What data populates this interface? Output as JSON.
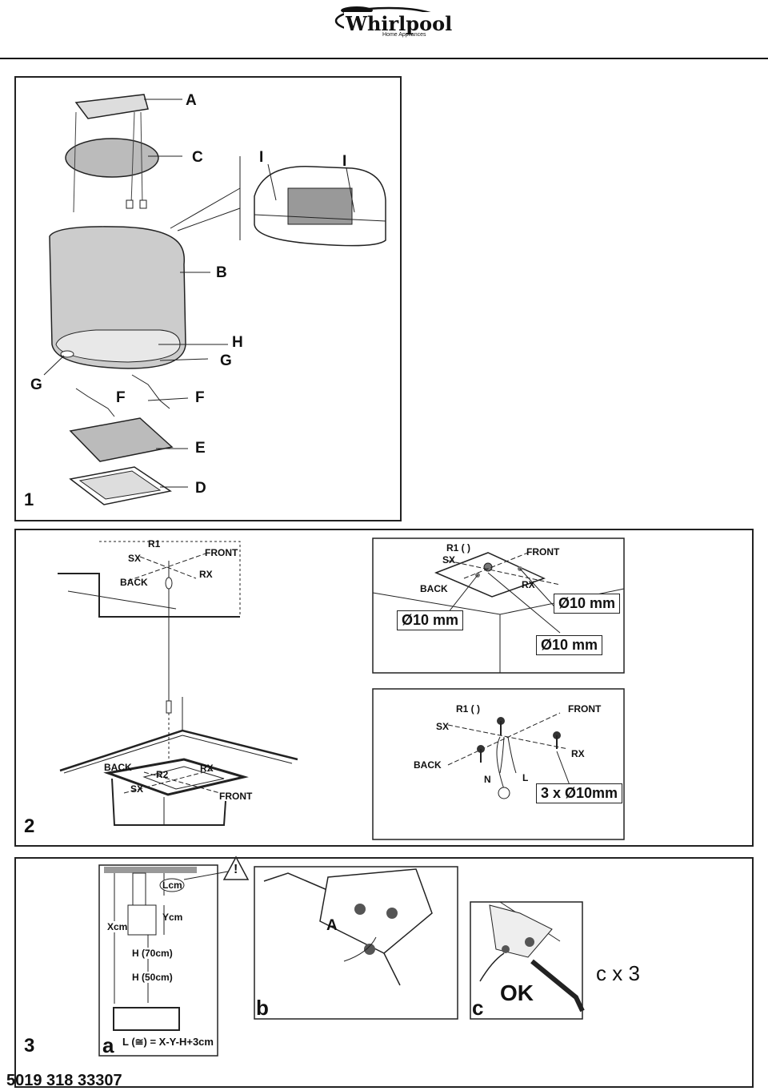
{
  "header": {
    "brand": "Whirlpool",
    "brand_sub": "Home Appliances"
  },
  "panel1": {
    "number": "1",
    "labels": {
      "A": "A",
      "C": "C",
      "I1": "I",
      "I2": "I",
      "B": "B",
      "H": "H",
      "G1": "G",
      "G2": "G",
      "F1": "F",
      "F2": "F",
      "E": "E",
      "D": "D"
    }
  },
  "panel2": {
    "number": "2",
    "left": {
      "r1": "R1",
      "sx": "SX",
      "front": "FRONT",
      "back": "BACK",
      "rx": "RX",
      "r2": "R2",
      "sx2": "SX",
      "rx2": "RX",
      "front2": "FRONT",
      "back2": "BACK"
    },
    "topright": {
      "r1": "R1 (  )",
      "sx": "SX",
      "front": "FRONT",
      "back": "BACK",
      "rx": "RX",
      "d1": "Ø10 mm",
      "d2": "Ø10 mm",
      "d3": "Ø10 mm"
    },
    "bottomright": {
      "r1": "R1 (  )",
      "sx": "SX",
      "front": "FRONT",
      "back": "BACK",
      "rx": "RX",
      "n": "N",
      "l": "L",
      "holes": "3 x Ø10mm"
    }
  },
  "panel3": {
    "number": "3",
    "a": {
      "letter": "a",
      "lcm": "Lcm",
      "xcm": "Xcm",
      "ycm": "Ycm",
      "h70": "H (70cm)",
      "h50": "H (50cm)",
      "formula": "L (≅) = X-Y-H+3cm",
      "warning": "!"
    },
    "b": {
      "letter": "b",
      "label_a": "A"
    },
    "c": {
      "letter": "c",
      "ok": "OK",
      "times": "c x 3"
    }
  },
  "footer": {
    "code": "5019 318 33307"
  }
}
